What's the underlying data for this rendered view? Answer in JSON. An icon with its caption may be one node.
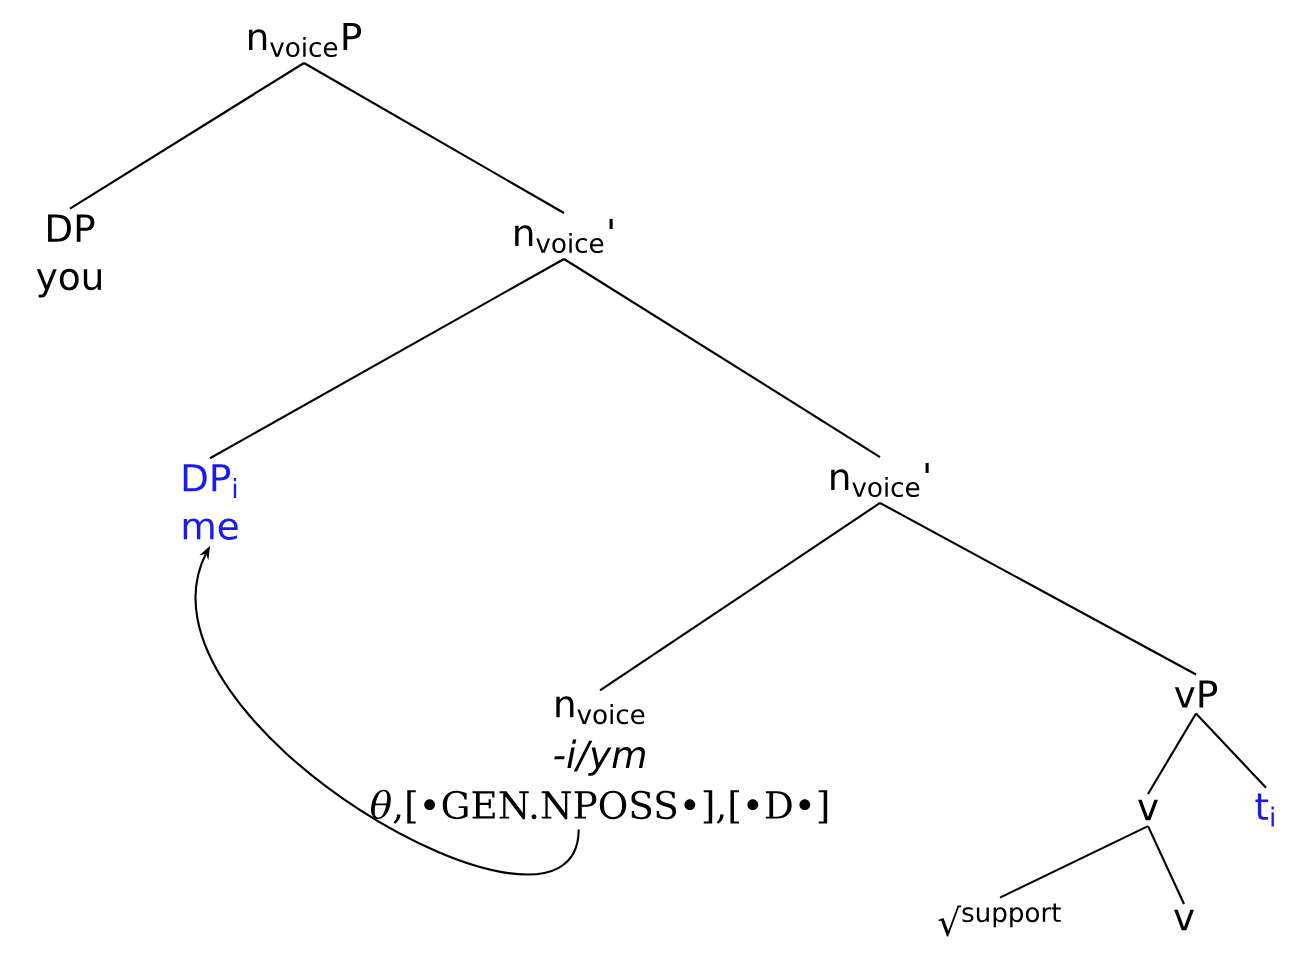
{
  "diagram": {
    "nodes": [
      {
        "text": [
          "n$_{voice}$P"
        ]
      },
      {
        "text": [
          "DP",
          "you"
        ]
      },
      {
        "text": [
          "n$_{voice}$'"
        ]
      },
      {
        "text": [
          "DP$_{i}$",
          "me"
        ]
      },
      {
        "text": [
          "n$_{voice}$'"
        ]
      },
      {
        "text": [
          "n$_{voice}$",
          "-i/ym",
          "*θ*,[•GEN.NPOSS•],[•D•]"
        ]
      },
      {
        "text": [
          "vP"
        ]
      },
      {
        "text": [
          "v"
        ]
      },
      {
        "text": [
          "t$_{i}$"
        ]
      },
      {
        "text": [
          "√$^{support}$"
        ]
      },
      {
        "text": [
          "v"
        ]
      }
    ],
    "edges": [
      {
        "from": 0,
        "to": 1,
        "arrow": "none"
      },
      {
        "from": 0,
        "to": 2,
        "arrow": "none"
      },
      {
        "from": 2,
        "to": 3,
        "arrow": "none"
      },
      {
        "from": 2,
        "to": 4,
        "arrow": "none"
      },
      {
        "from": 4,
        "to": 5,
        "arrow": "none"
      },
      {
        "from": 4,
        "to": 6,
        "arrow": "none"
      },
      {
        "from": 6,
        "to": 7,
        "arrow": "none"
      },
      {
        "from": 6,
        "to": 8,
        "arrow": "none"
      },
      {
        "from": 7,
        "to": 9,
        "arrow": "none"
      },
      {
        "from": 7,
        "to": 10,
        "arrow": "none"
      },
      {
        "from": 5,
        "to": 3,
        "arrow": "to"
      }
    ]
  }
}
